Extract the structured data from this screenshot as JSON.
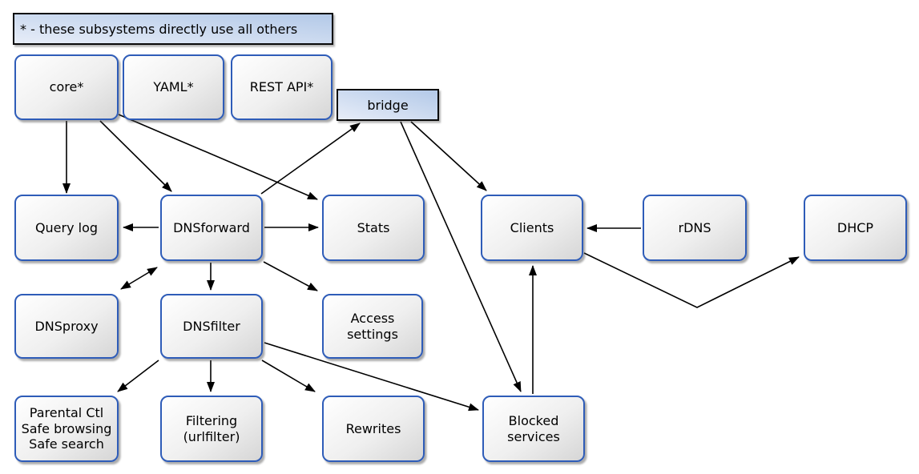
{
  "legend": {
    "text": "* - these subsystems directly use all others"
  },
  "nodes": {
    "core": {
      "label": "core*"
    },
    "yaml": {
      "label": "YAML*"
    },
    "restapi": {
      "label": "REST API*"
    },
    "bridge": {
      "label": "bridge"
    },
    "querylog": {
      "label": "Query log"
    },
    "dnsforward": {
      "label": "DNSforward"
    },
    "stats": {
      "label": "Stats"
    },
    "clients": {
      "label": "Clients"
    },
    "rdns": {
      "label": "rDNS"
    },
    "dhcp": {
      "label": "DHCP"
    },
    "dnsproxy": {
      "label": "DNSproxy"
    },
    "dnsfilter": {
      "label": "DNSfilter"
    },
    "access": {
      "label": "Access\nsettings"
    },
    "parental": {
      "label": "Parental Ctl\nSafe browsing\nSafe search"
    },
    "filtering": {
      "label": "Filtering\n(urlfilter)"
    },
    "rewrites": {
      "label": "Rewrites"
    },
    "blocked": {
      "label": "Blocked\nservices"
    }
  },
  "edges": [
    {
      "from": "core",
      "to": "querylog",
      "bidirectional": false
    },
    {
      "from": "core",
      "to": "dnsforward",
      "bidirectional": false
    },
    {
      "from": "core",
      "to": "stats",
      "bidirectional": false
    },
    {
      "from": "dnsforward",
      "to": "bridge",
      "bidirectional": false
    },
    {
      "from": "bridge",
      "to": "clients",
      "bidirectional": false
    },
    {
      "from": "bridge",
      "to": "blocked",
      "bidirectional": false
    },
    {
      "from": "dnsforward",
      "to": "querylog",
      "bidirectional": false
    },
    {
      "from": "dnsforward",
      "to": "stats",
      "bidirectional": false
    },
    {
      "from": "dnsforward",
      "to": "dnsproxy",
      "bidirectional": true
    },
    {
      "from": "dnsforward",
      "to": "dnsfilter",
      "bidirectional": false
    },
    {
      "from": "dnsforward",
      "to": "access",
      "bidirectional": false
    },
    {
      "from": "dnsfilter",
      "to": "parental",
      "bidirectional": false
    },
    {
      "from": "dnsfilter",
      "to": "filtering",
      "bidirectional": false
    },
    {
      "from": "dnsfilter",
      "to": "rewrites",
      "bidirectional": false
    },
    {
      "from": "dnsfilter",
      "to": "blocked",
      "bidirectional": false
    },
    {
      "from": "rdns",
      "to": "clients",
      "bidirectional": false
    },
    {
      "from": "blocked",
      "to": "clients",
      "bidirectional": false
    },
    {
      "from": "clients",
      "to": "dhcp",
      "bidirectional": false
    }
  ],
  "colors": {
    "node_border": "#2e5cb8",
    "node_fill_light": "#ffffff",
    "node_fill_dark": "#d6d6d6",
    "banner_fill_light": "#e7edf8",
    "banner_fill_dark": "#b3c9e8",
    "banner_border": "#0a0a0a",
    "arrow": "#000000"
  }
}
